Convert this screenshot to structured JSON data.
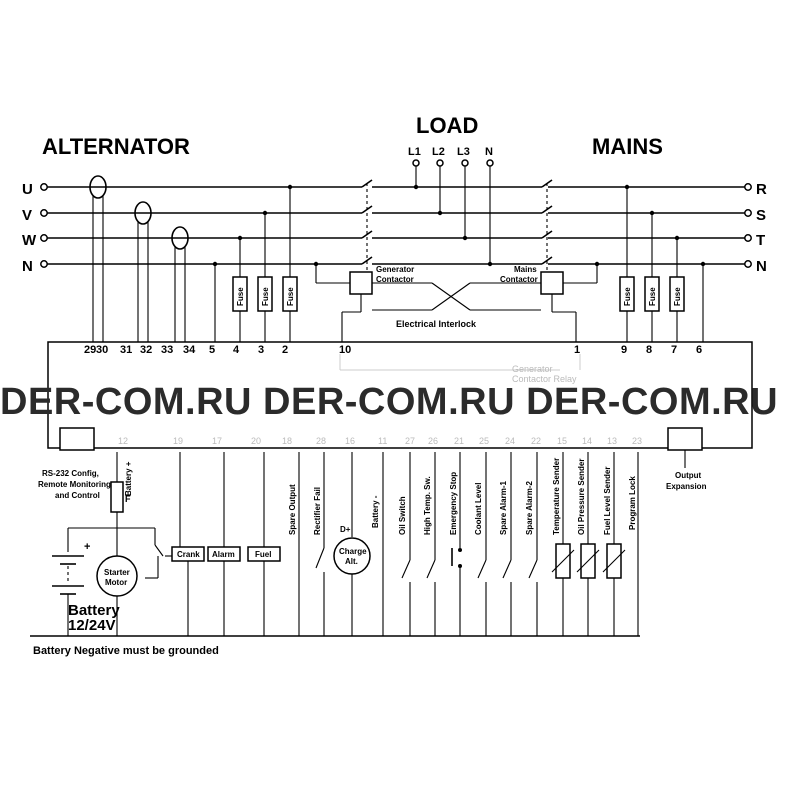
{
  "titles": {
    "alternator": "ALTERNATOR",
    "load": "LOAD",
    "mains": "MAINS"
  },
  "alternator_phases": [
    "U",
    "V",
    "W",
    "N"
  ],
  "mains_phases": [
    "R",
    "S",
    "T",
    "N"
  ],
  "load_lines": [
    "L1",
    "L2",
    "L3",
    "N"
  ],
  "top_terminals": [
    "29",
    "30",
    "31",
    "32",
    "33",
    "34",
    "5",
    "4",
    "3",
    "2",
    "10",
    "1",
    "9",
    "8",
    "7",
    "6"
  ],
  "bottom_terminals": [
    "12",
    "19",
    "17",
    "20",
    "18",
    "28",
    "16",
    "11",
    "27",
    "26",
    "21",
    "25",
    "24",
    "22",
    "15",
    "14",
    "13",
    "23"
  ],
  "fuse_label": "Fuse",
  "contactors": {
    "generator_line1": "Generator",
    "generator_line2": "Contactor",
    "mains_line1": "Mains",
    "mains_line2": "Contactor",
    "interlock": "Electrical Interlock"
  },
  "ghost_text": {
    "line1": "Generator",
    "line2": "Contactor Relay"
  },
  "watermark": "DER-COM.RU DER-COM.RU DER-COM.RU",
  "rs232": {
    "line1": "RS-232 Config,",
    "line2": "Remote Monitoring",
    "line3": "and Control"
  },
  "output_expansion": {
    "line1": "Output",
    "line2": "Expansion"
  },
  "battery_plus_label": "Battery +",
  "fuse_f": "F",
  "starter_motor": {
    "line1": "Starter",
    "line2": "Motor"
  },
  "battery": {
    "line1": "Battery",
    "line2": "12/24V"
  },
  "plus_sign": "+",
  "relay_boxes": [
    "Crank",
    "Alarm",
    "Fuel"
  ],
  "signal_labels": [
    "Spare Output",
    "Rectifier Fail",
    "Battery -",
    "Oil Switch",
    "High Temp. Sw.",
    "Emergency Stop",
    "Coolant Level",
    "Spare Alarm-1",
    "Spare Alarm-2",
    "Temperature Sender",
    "Oil Pressure Sender",
    "Fuel Level Sender",
    "Program Lock"
  ],
  "charge_alt": {
    "dplus": "D+",
    "line1": "Charge",
    "line2": "Alt."
  },
  "ground_note": "Battery Negative must be grounded"
}
